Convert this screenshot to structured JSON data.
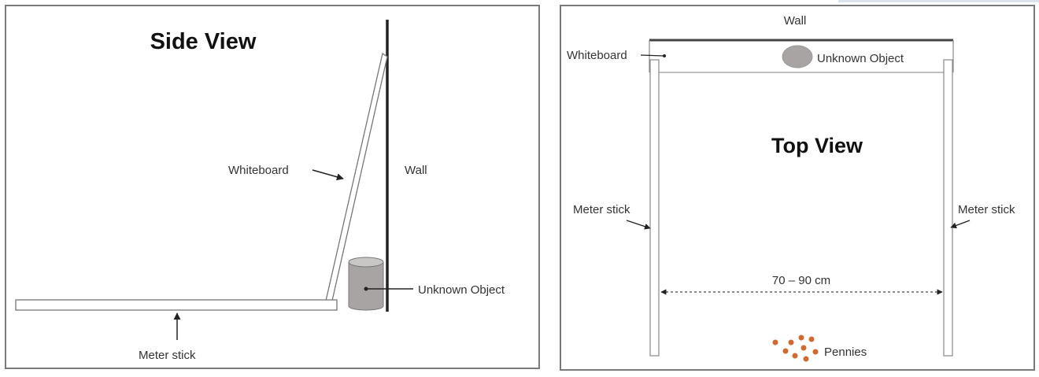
{
  "side_view": {
    "title": "Side View",
    "labels": {
      "whiteboard": "Whiteboard",
      "wall": "Wall",
      "unknown_object": "Unknown Object",
      "meter_stick": "Meter stick"
    }
  },
  "top_view": {
    "title": "Top View",
    "labels": {
      "wall": "Wall",
      "whiteboard": "Whiteboard",
      "unknown_object": "Unknown Object",
      "meter_stick_left": "Meter stick",
      "meter_stick_right": "Meter stick",
      "distance": "70 – 90 cm",
      "pennies": "Pennies"
    }
  },
  "colors": {
    "frame": "#7a7a7a",
    "object_fill": "#a8a4a4",
    "penny": "#d2692e"
  }
}
